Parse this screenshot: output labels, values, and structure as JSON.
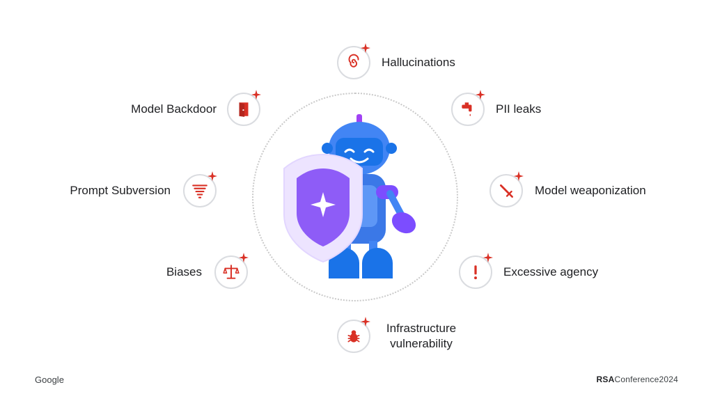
{
  "risks": [
    {
      "id": "hallucinations",
      "label": "Hallucinations",
      "icon": "spiral-icon"
    },
    {
      "id": "pii",
      "label": "PII leaks",
      "icon": "faucet-icon"
    },
    {
      "id": "weaponization",
      "label": "Model weaponization",
      "icon": "sword-icon"
    },
    {
      "id": "agency",
      "label": "Excessive agency",
      "icon": "exclamation-icon"
    },
    {
      "id": "infra",
      "label": "Infrastructure vulnerability",
      "label_line1": "Infrastructure",
      "label_line2": "vulnerability",
      "icon": "bug-icon"
    },
    {
      "id": "biases",
      "label": "Biases",
      "icon": "scales-icon"
    },
    {
      "id": "prompt",
      "label": "Prompt Subversion",
      "icon": "tornado-icon"
    },
    {
      "id": "backdoor",
      "label": "Model Backdoor",
      "icon": "door-icon"
    }
  ],
  "footer": {
    "google": "Google",
    "rsa_bold": "RSA",
    "rsa_rest": "Conference2024"
  },
  "colors": {
    "accent_red": "#d93025",
    "ring": "#c9c9c9",
    "robot_blue": "#3b78e7",
    "shield_purple": "#7c4dff"
  }
}
